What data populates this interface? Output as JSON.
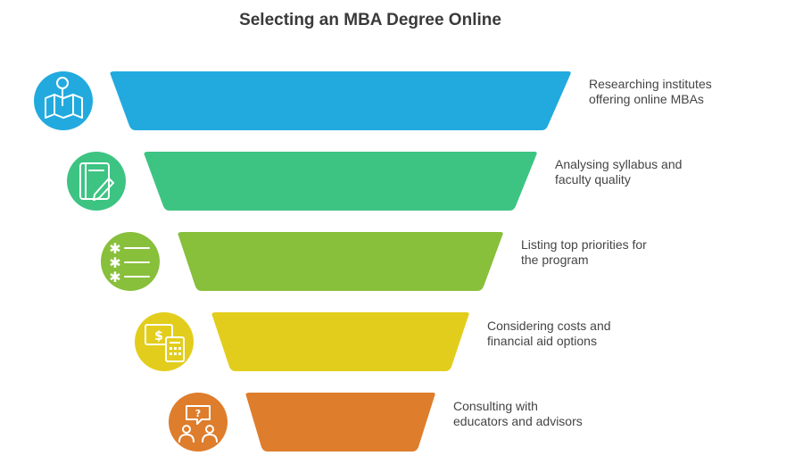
{
  "title": "Selecting an MBA Degree Online",
  "stages": [
    {
      "line1": "Researching institutes",
      "line2": "offering online MBAs",
      "color": "#22aadf",
      "icon": "map-pin-icon"
    },
    {
      "line1": "Analysing syllabus and",
      "line2": "faculty quality",
      "color": "#3dc483",
      "icon": "notebook-pen-icon"
    },
    {
      "line1": "Listing top priorities for",
      "line2": "the program",
      "color": "#88bf3b",
      "icon": "checklist-icon"
    },
    {
      "line1": "Considering costs and",
      "line2": "financial aid options",
      "color": "#e2cd1c",
      "icon": "money-calculator-icon"
    },
    {
      "line1": "Consulting with",
      "line2": "educators and advisors",
      "color": "#de7d2c",
      "icon": "consultation-icon"
    }
  ]
}
